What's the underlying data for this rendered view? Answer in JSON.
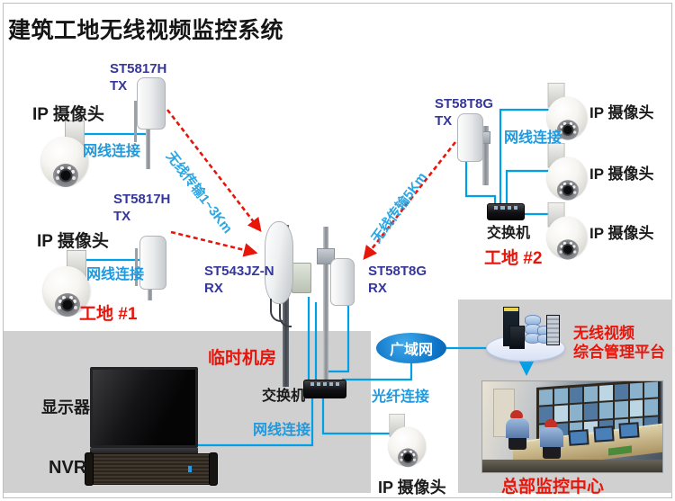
{
  "title": "建筑工地无线视频监控系统",
  "site1": {
    "name": "工地 #1",
    "cam1_label": "IP 摄像头",
    "cam2_label": "IP 摄像头",
    "cable1_label": "网线连接",
    "cable2_label": "网线连接",
    "tx1_model": "ST5817H",
    "tx1_role": "TX",
    "tx2_model": "ST5817H",
    "tx2_role": "TX",
    "wireless_label": "无线传输1~3Km"
  },
  "site2": {
    "name": "工地 #2",
    "tx_model": "ST58T8G",
    "tx_role": "TX",
    "cable_label": "网线连接",
    "switch_label": "交换机",
    "cam1_label": "IP 摄像头",
    "cam2_label": "IP 摄像头",
    "cam3_label": "IP 摄像头",
    "wireless_label": "无线传输5Km"
  },
  "receivers": {
    "rx1_model": "ST543JZ-N",
    "rx1_role": "RX",
    "rx2_model": "ST58T8G",
    "rx2_role": "RX"
  },
  "machine_room": {
    "name": "临时机房",
    "monitor_label": "显示器",
    "nvr_label": "NVR",
    "switch_label": "交换机",
    "cable_label": "网线连接",
    "fiber_label": "光纤连接",
    "camera_label": "IP 摄像头"
  },
  "wan": {
    "label": "广域网"
  },
  "platform": {
    "line1": "无线视频",
    "line2": "综合管理平台"
  },
  "headquarters": {
    "label": "总部监控中心"
  },
  "colors": {
    "line_blue": "#00a0e9",
    "text_blue": "#2199dd",
    "red": "#e8150b",
    "navy": "#35379a"
  }
}
